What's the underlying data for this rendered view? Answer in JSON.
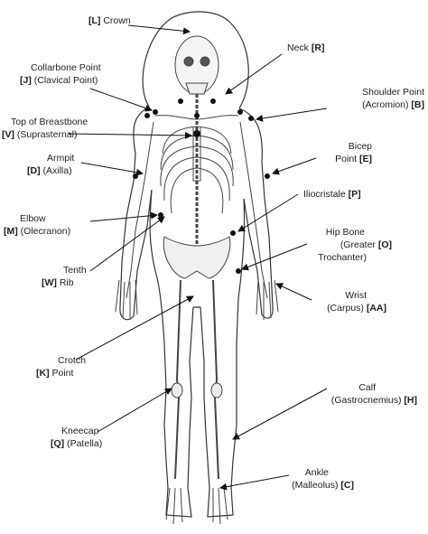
{
  "labels": {
    "crown": {
      "code": "[L]",
      "name": "Crown"
    },
    "neck": {
      "code": "[R]",
      "name": "Neck"
    },
    "collarbone": {
      "code": "[J]",
      "name": "Collarbone Point",
      "alt": "(Clavical Point)"
    },
    "shoulder": {
      "code": "[B]",
      "name": "Shoulder Point",
      "alt": "(Acromion)"
    },
    "breastbone": {
      "code": "[V]",
      "name": "Top of Breastbone",
      "alt": "(Suprasternal)"
    },
    "armpit": {
      "code": "[D]",
      "name": "Armpit",
      "alt": "(Axilla)"
    },
    "bicep": {
      "code": "[E]",
      "name": "Bicep",
      "alt": "Point"
    },
    "elbow": {
      "code": "[M]",
      "name": "Elbow",
      "alt": "(Olecranon)"
    },
    "iliocristale": {
      "code": "[P]",
      "name": "Iliocristale"
    },
    "hipbone": {
      "code": "[O]",
      "name": "Hip Bone",
      "alt1": "(Greater",
      "alt2": "Trochanter)"
    },
    "tenthrib": {
      "code": "[W]",
      "name": "Tenth",
      "alt": "Rib"
    },
    "wrist": {
      "code": "[AA]",
      "name": "Wrist",
      "alt": "(Carpus)"
    },
    "crotch": {
      "code": "[K]",
      "name": "Crotch",
      "alt": "Point"
    },
    "calf": {
      "code": "[H]",
      "name": "Calf",
      "alt": "(Gastrocnemius)"
    },
    "kneecap": {
      "code": "[Q]",
      "name": "Kneecap",
      "alt": "(Patella)"
    },
    "ankle": {
      "code": "[C]",
      "name": "Ankle",
      "alt": "(Malleolus)"
    }
  }
}
